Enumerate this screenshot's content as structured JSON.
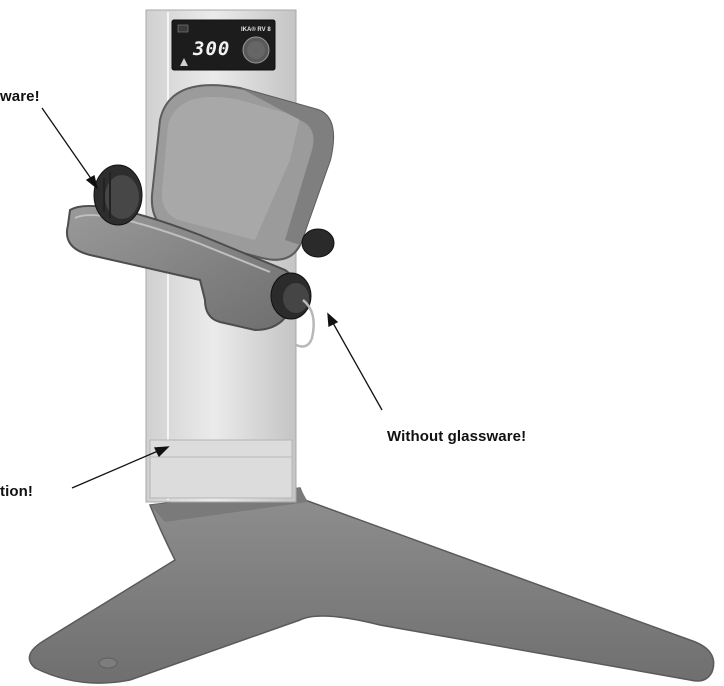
{
  "image": {
    "subject": "rotary-evaporator-drive-on-stand",
    "background_color": "#ffffff"
  },
  "device": {
    "display_value": "300",
    "brand_badge": "IKA® RV 8"
  },
  "callouts": [
    {
      "id": "top",
      "text": "ware!"
    },
    {
      "id": "right",
      "text": "Without glassware!"
    },
    {
      "id": "bottom",
      "text": "tion!"
    }
  ]
}
